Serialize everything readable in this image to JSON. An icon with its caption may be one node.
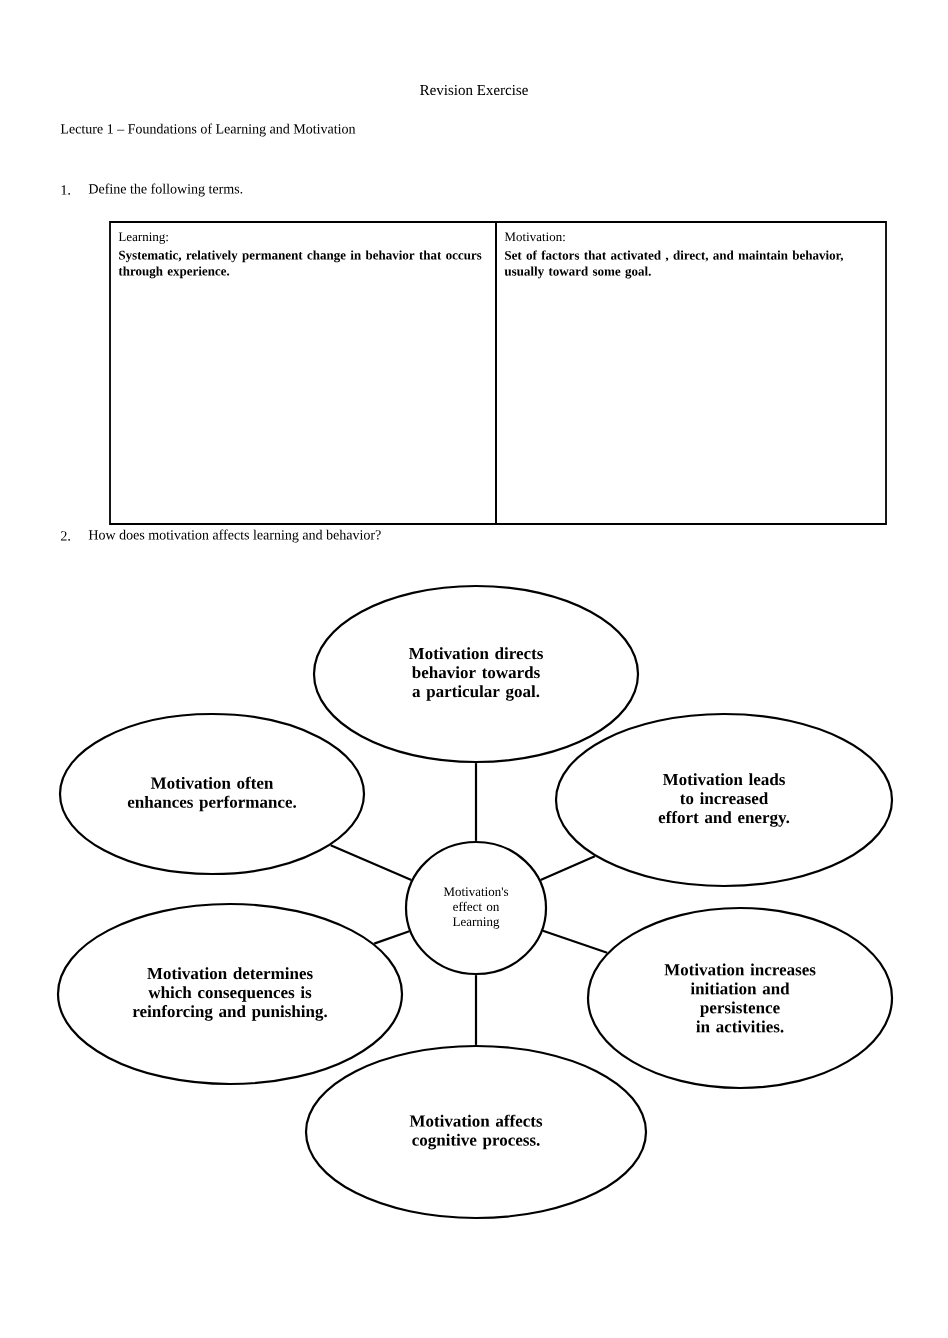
{
  "diagram": {
    "title": "Revision Exercise",
    "nodes": [
      {
        "text": [
          "Motivation directs behavior towards a particular goal."
        ]
      },
      {
        "text": [
          "Motivation often enhances performance."
        ]
      },
      {
        "text": [
          "Motivation leads to increased effort and energy."
        ]
      },
      {
        "text": [
          "Motivation's effect on Learning"
        ]
      },
      {
        "text": [
          "Motivation determines which consequences is reinforcing and punishing."
        ]
      },
      {
        "text": [
          "Motivation increases initiation and persistence in activities."
        ]
      },
      {
        "text": [
          "Motivation affects cognitive process."
        ]
      }
    ],
    "edges": [
      {
        "from": 3,
        "to": 0,
        "arrow": "none"
      },
      {
        "from": 3,
        "to": 1,
        "arrow": "none"
      },
      {
        "from": 3,
        "to": 2,
        "arrow": "none"
      },
      {
        "from": 3,
        "to": 4,
        "arrow": "none"
      },
      {
        "from": 3,
        "to": 5,
        "arrow": "none"
      },
      {
        "from": 3,
        "to": 6,
        "arrow": "none"
      }
    ],
    "labels": [
      "Lecture 1 – Foundations of Learning and Motivation",
      "1.",
      "Define the following terms.",
      "Learning:",
      "Systematic, relatively permanent change in behavior that occurs through experience.",
      "Motivation:",
      "Set of factors that activated , direct, and maintain behavior, usually toward some goal.",
      "2.",
      "How does motivation affects learning and behavior?"
    ]
  }
}
